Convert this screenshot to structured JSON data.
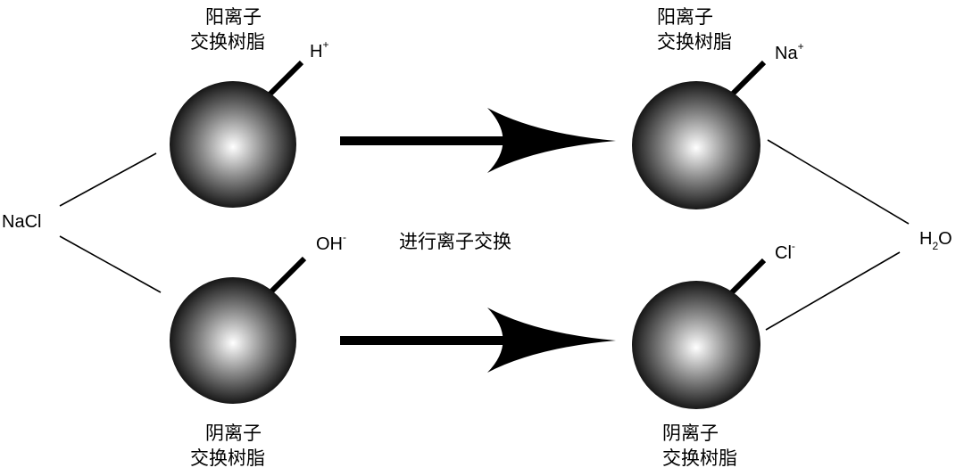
{
  "reactants": {
    "salt": "NaCl",
    "cation_resin": {
      "line1": "阳离子",
      "line2": "交换树脂",
      "ion": "H",
      "ion_charge": "+"
    },
    "anion_resin": {
      "line1": "阴离子",
      "line2": "交换树脂",
      "ion": "OH",
      "ion_charge": "-"
    }
  },
  "process_label": "进行离子交换",
  "products": {
    "cation_resin": {
      "line1": "阳离子",
      "line2": "交换树脂",
      "ion": "Na",
      "ion_charge": "+"
    },
    "anion_resin": {
      "line1": "阴离子",
      "line2": "交换树脂",
      "ion": "Cl",
      "ion_charge": "-"
    },
    "water": {
      "prefix": "H",
      "subscript": "2",
      "suffix": "O"
    }
  },
  "colors": {
    "bead_highlight": "#ffffff",
    "bead_mid": "#8a8a8a",
    "bead_edge": "#000000",
    "ink": "#000000"
  }
}
